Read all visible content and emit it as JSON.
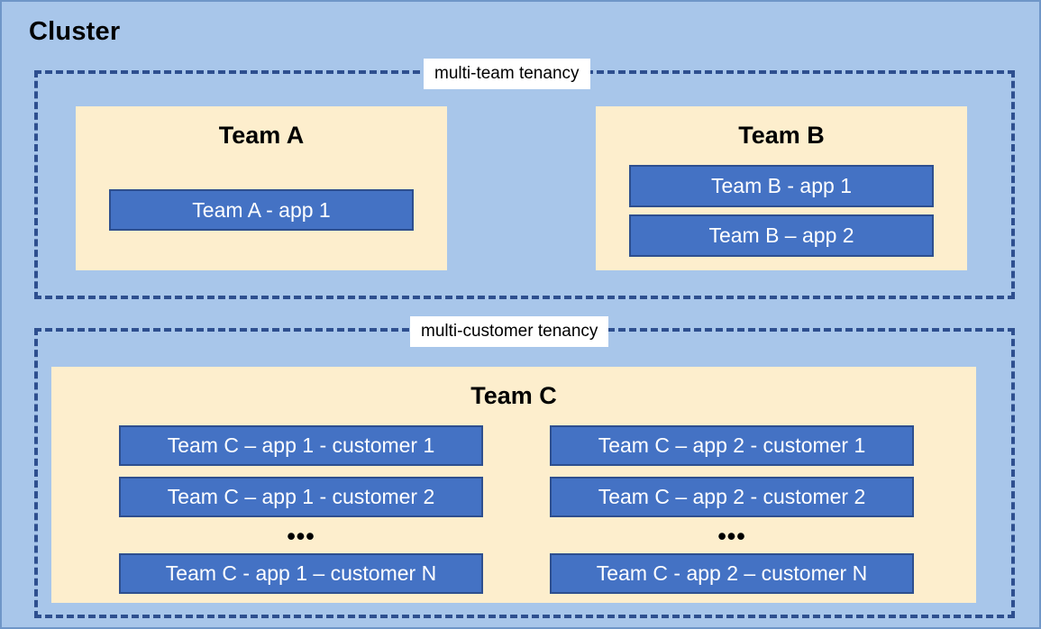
{
  "diagram": {
    "title": "Cluster",
    "colors": {
      "cluster_background": "#a8c6ea",
      "cluster_border": "#6f96c8",
      "tenancy_border": "#2e4f8f",
      "team_background": "#fdeecd",
      "app_fill": "#4472c4",
      "app_border": "#2e4f8f",
      "app_text": "#ffffff",
      "label_background": "#ffffff"
    }
  },
  "groups": {
    "multi_team": {
      "label": "multi-team tenancy",
      "teams": [
        {
          "name": "Team A",
          "apps": [
            {
              "label": "Team A - app 1"
            }
          ]
        },
        {
          "name": "Team B",
          "apps": [
            {
              "label": "Team B - app 1"
            },
            {
              "label": "Team B – app 2"
            }
          ]
        }
      ]
    },
    "multi_customer": {
      "label": "multi-customer tenancy",
      "teams": [
        {
          "name": "Team C",
          "columns": [
            {
              "app": "app 1",
              "instances": [
                {
                  "label": "Team C – app 1 - customer 1"
                },
                {
                  "label": "Team C – app 1 - customer 2"
                },
                {
                  "label": "Team C - app 1 – customer N"
                }
              ],
              "ellipsis": "•••"
            },
            {
              "app": "app 2",
              "instances": [
                {
                  "label": "Team C – app 2 - customer 1"
                },
                {
                  "label": "Team C – app 2 - customer 2"
                },
                {
                  "label": "Team C - app 2 – customer N"
                }
              ],
              "ellipsis": "•••"
            }
          ]
        }
      ]
    }
  }
}
